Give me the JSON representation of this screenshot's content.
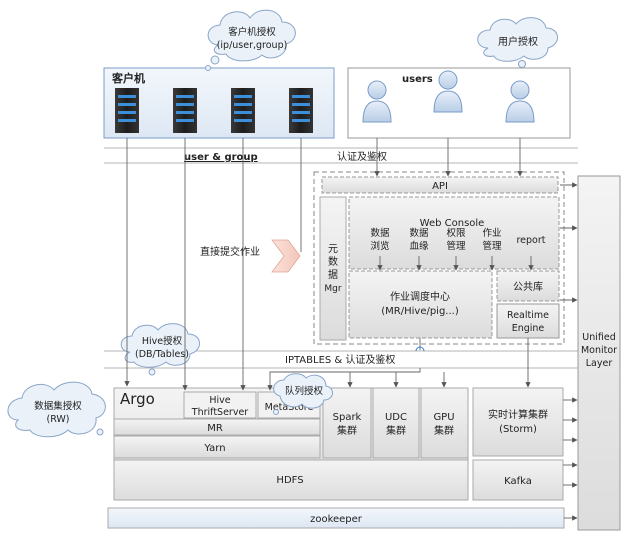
{
  "bubbles": {
    "client_auth": [
      "客户机授权",
      "(ip/user,group)"
    ],
    "user_auth": "用户授权",
    "hive_auth": [
      "Hive授权",
      "(DB/Tables)"
    ],
    "dataset_auth": [
      "数据集授权",
      "(RW)"
    ],
    "queue_auth": "队列授权"
  },
  "client_panel": {
    "title": "客户机"
  },
  "users_panel": {
    "title": "users"
  },
  "sep_labels": {
    "user_group": "user & group",
    "auth": "认证及鉴权",
    "iptables": "IPTABLES & 认证及鉴权"
  },
  "direct_submit": "直接提交作业",
  "api": {
    "label": "API"
  },
  "metadata": {
    "label": [
      "元",
      "数",
      "据",
      "Mgr"
    ]
  },
  "web_console": {
    "title": "Web Console",
    "items": [
      [
        "数据",
        "浏览"
      ],
      [
        "数据",
        "血缘"
      ],
      [
        "权限",
        "管理"
      ],
      [
        "作业",
        "管理"
      ],
      [
        "report"
      ]
    ]
  },
  "scheduler": {
    "label": [
      "作业调度中心",
      "(MR/Hive/pig...)"
    ]
  },
  "public_lib": {
    "label": "公共库"
  },
  "realtime_engine": {
    "label": [
      "Realtime",
      "Engine"
    ]
  },
  "monitor": {
    "label": [
      "Unified",
      "Monitor",
      "Layer"
    ]
  },
  "argo": {
    "title": "Argo",
    "hive_thrift": [
      "Hive",
      "ThriftServer"
    ],
    "metastore": "MetaStore",
    "mr": "MR",
    "yarn": "Yarn",
    "hdfs": "HDFS"
  },
  "clusters": [
    [
      "Spark",
      "集群"
    ],
    [
      "UDC",
      "集群"
    ],
    [
      "GPU",
      "集群"
    ]
  ],
  "realtime_cluster": [
    "实时计算集群",
    "(Storm)"
  ],
  "kafka": "Kafka",
  "zookeeper": "zookeeper"
}
